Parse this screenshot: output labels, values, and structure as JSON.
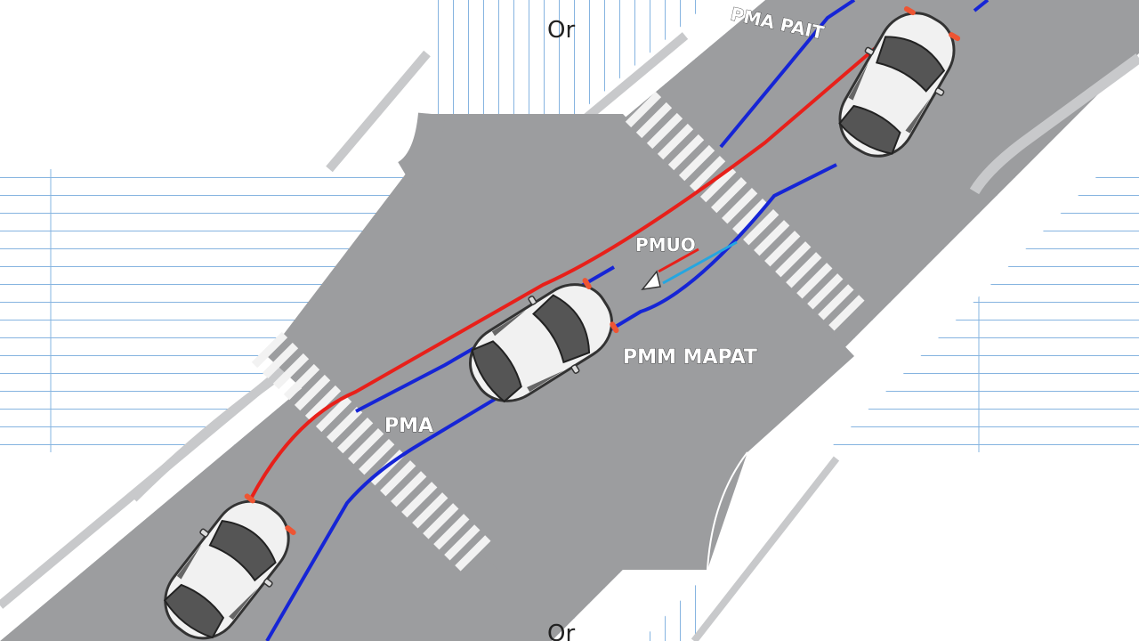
{
  "labels": {
    "top_marker": "Or",
    "bottom_marker": "Or",
    "top_right_road": "PMA PAIT",
    "center_red": "PMUO",
    "right_center": "PMM MAPAT",
    "left_center": "PMA"
  },
  "colors": {
    "road": "#9c9d9f",
    "road_edge": "#c8c9cb",
    "grid_line": "#86b4e0",
    "crosswalk": "#f2f2f2",
    "red_path": "#e8201a",
    "blue_path": "#1625d6",
    "cyan_vector": "#25a6e0",
    "car_body": "#f1f1f1",
    "car_glass": "#555555"
  },
  "vehicles": [
    "car-top-right",
    "car-center",
    "car-bottom-left"
  ],
  "paths": [
    "red-trajectory",
    "blue-trajectory-upper",
    "blue-trajectory-lower"
  ]
}
